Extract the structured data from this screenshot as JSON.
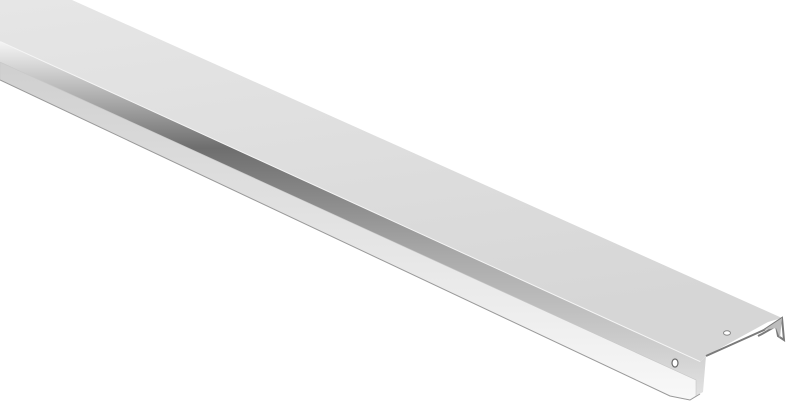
{
  "image": {
    "subject": "metal-profile-strip",
    "background_color": "#ffffff",
    "metal_top_color": "#dedede",
    "metal_shadow_color": "#8a8a8a",
    "features": [
      "top-face",
      "side-flange",
      "bottom-lip",
      "mounting-hole-left",
      "mounting-hole-right"
    ]
  }
}
